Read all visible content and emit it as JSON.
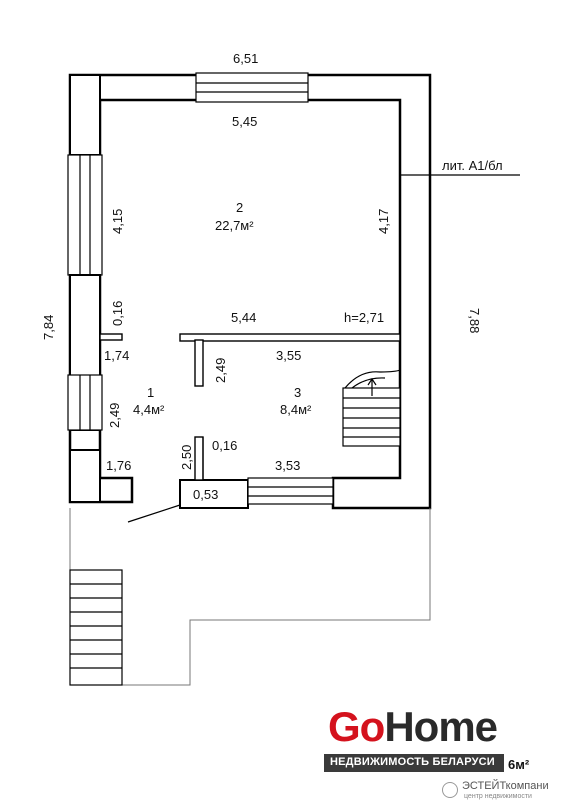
{
  "plan": {
    "dimensions": {
      "outer_top": "6,51",
      "inner_top": "5,45",
      "outer_left": "7,84",
      "outer_right": "7,88",
      "room2_left": "4,15",
      "room2_right": "4,17",
      "wall_016_upper": "0,16",
      "partition_544": "5,44",
      "ceiling_height": "h=2,71",
      "room1_top_width": "1,74",
      "stair_wall_249": "2,49",
      "room3_top_width": "3,55",
      "room1_height": "2,49",
      "stair_wall_250": "2,50",
      "wall_016_lower": "0,16",
      "room1_bottom_width": "1,76",
      "room3_bottom_width": "3,53",
      "door_width": "0,53"
    },
    "rooms": {
      "r1_number": "1",
      "r1_area": "4,4м²",
      "r2_number": "2",
      "r2_area": "22,7м²",
      "r3_number": "3",
      "r3_area": "8,4м²"
    },
    "litera": "лит. А1/бл",
    "area_fragment": "6м²"
  },
  "logo": {
    "go": "Go",
    "home": "Home",
    "tagline": "НЕДВИЖИМОСТЬ БЕЛАРУСИ",
    "estate_name": "ЭСТЕЙТкомпани",
    "estate_sub": "центр недвижимости",
    "brand_red": "#d4121d",
    "brand_dark": "#2a2a2a"
  }
}
